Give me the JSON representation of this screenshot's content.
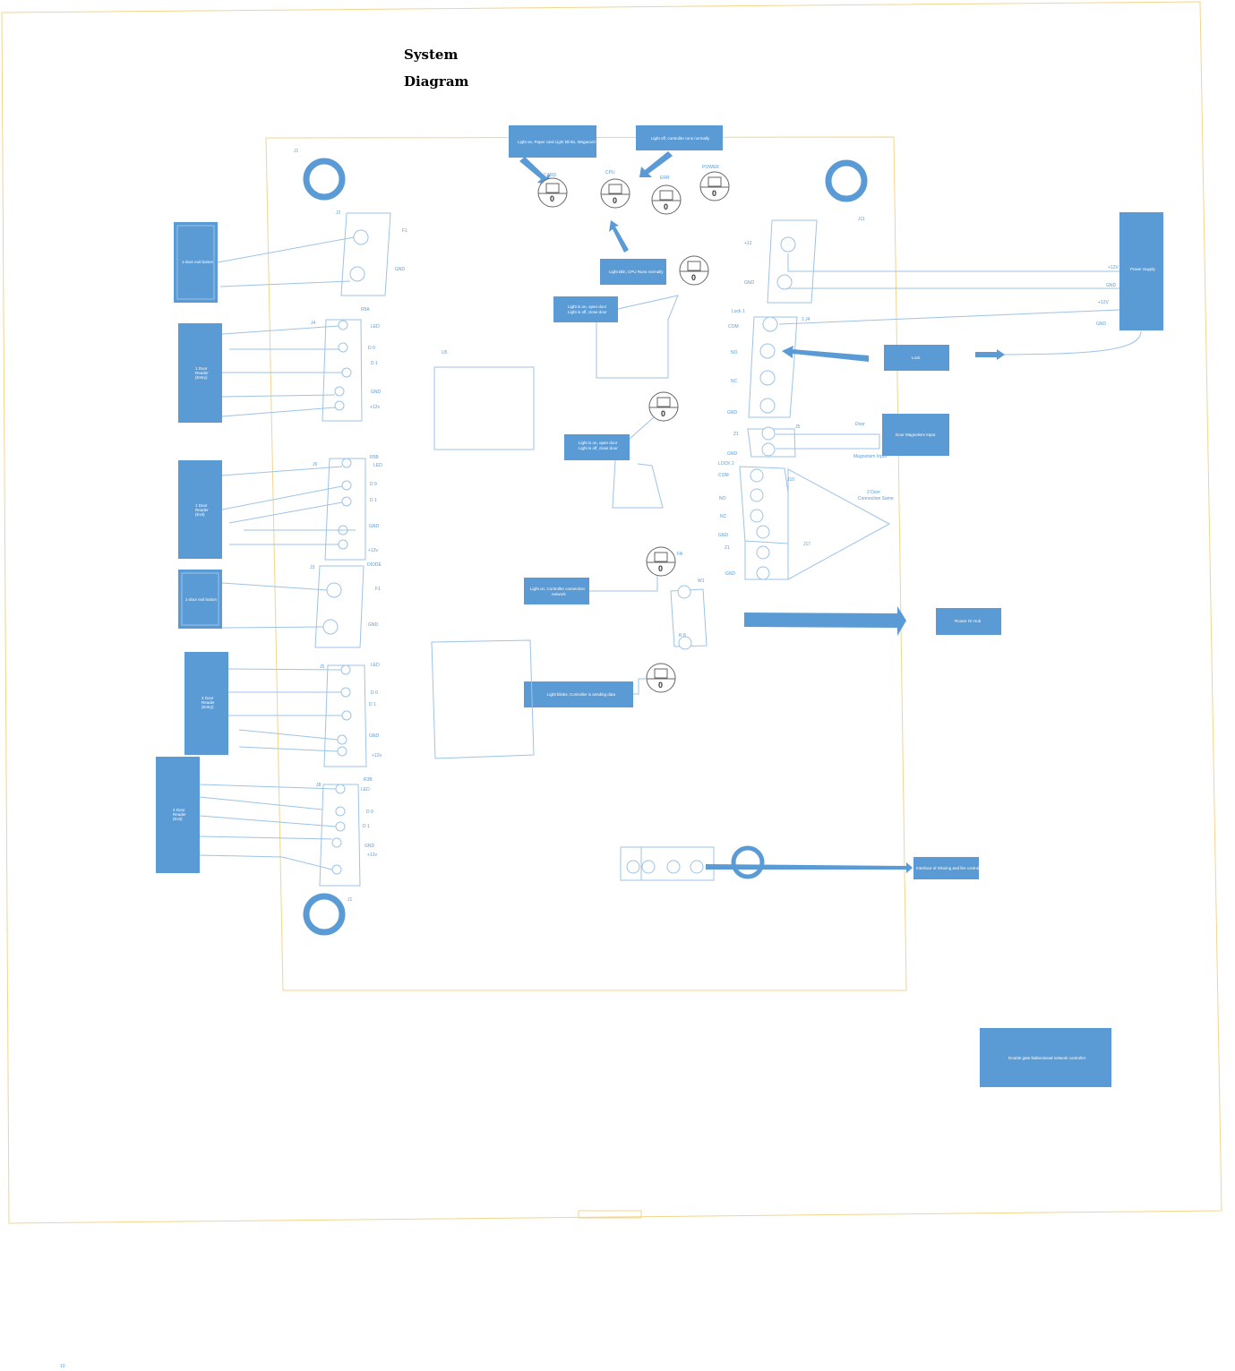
{
  "title": {
    "line1": "System",
    "line2": "Diagram"
  },
  "colors": {
    "accent": "#5b9bd5",
    "wire": "#9dc3e6",
    "border": "#f2d58c"
  },
  "leds": [
    {
      "label": "CARD",
      "value": "0"
    },
    {
      "label": "CPU",
      "value": "0"
    },
    {
      "label": "ERR",
      "value": "0"
    },
    {
      "label": "POWER",
      "value": "0"
    },
    {
      "label": "",
      "value": "0"
    },
    {
      "label": "",
      "value": "0"
    },
    {
      "label": "FA",
      "value": "0"
    },
    {
      "label": "",
      "value": "0"
    }
  ],
  "callouts": {
    "card": "Light on, Paper card Light blinks, Megacard",
    "err": "Light off, controller runs normally",
    "cpu": "Light Blin, CPU Runs normally",
    "relay1": [
      "Light is on, open door",
      "Light is off, close door"
    ],
    "relay2": [
      "Light is on, open door",
      "Light is off, close door"
    ],
    "network": [
      "Light on, Controller connection",
      "network"
    ],
    "data": "Light blinks, Controller is sending data"
  },
  "devices": {
    "exit1": "1-door exit button",
    "reader1_entry": [
      "1 Door",
      "Reader",
      "(Entry)"
    ],
    "reader1_exit": [
      "1 Door",
      "Reader",
      "(Exit)"
    ],
    "exit2": "1-door exit button",
    "reader2_entry": [
      "2 Door",
      "Reader",
      "(Entry)"
    ],
    "reader2_exit": [
      "2 Door",
      "Reader",
      "(Exit)"
    ],
    "power_supply": "Power Supply",
    "lock": "Lock",
    "door_magnetism": "Door Magnetism Input",
    "router": "Router Or Hub",
    "fire": "Interface of Sharing and fire control",
    "controller": "Double gate bidirectional network controller"
  },
  "labels": {
    "J1": "J1",
    "J2": "J2",
    "J3": "J3",
    "J4": "J4",
    "J6": "J6",
    "J8": "J8",
    "J5": "J5",
    "U5": "U5",
    "J11": "J11",
    "Jx": "J1",
    "R5A": "R5A",
    "R5B": "R5B",
    "R3B": "R3B",
    "DIODE": "DIODE",
    "F1": "F1",
    "GND": "GND",
    "LED": "LED",
    "D0": "D 0",
    "D1": "D 1",
    "V12": "+12v",
    "P12": "+12",
    "lock1": "Lock 1",
    "lock2": "LOCK 2",
    "COM": "COM",
    "NO": "NO",
    "NC": "NC",
    "ps_12v": "+12V",
    "ps_gnd": "GND",
    "J14": "1 J4",
    "Z1": "Z1",
    "door": "Door",
    "mag_input": "Magnetism Input",
    "same": [
      "2 Door",
      "Connection Same"
    ],
    "J10": "J10",
    "J17": "J17",
    "W1": "W1",
    "R8": "R 8",
    "page": "10"
  }
}
